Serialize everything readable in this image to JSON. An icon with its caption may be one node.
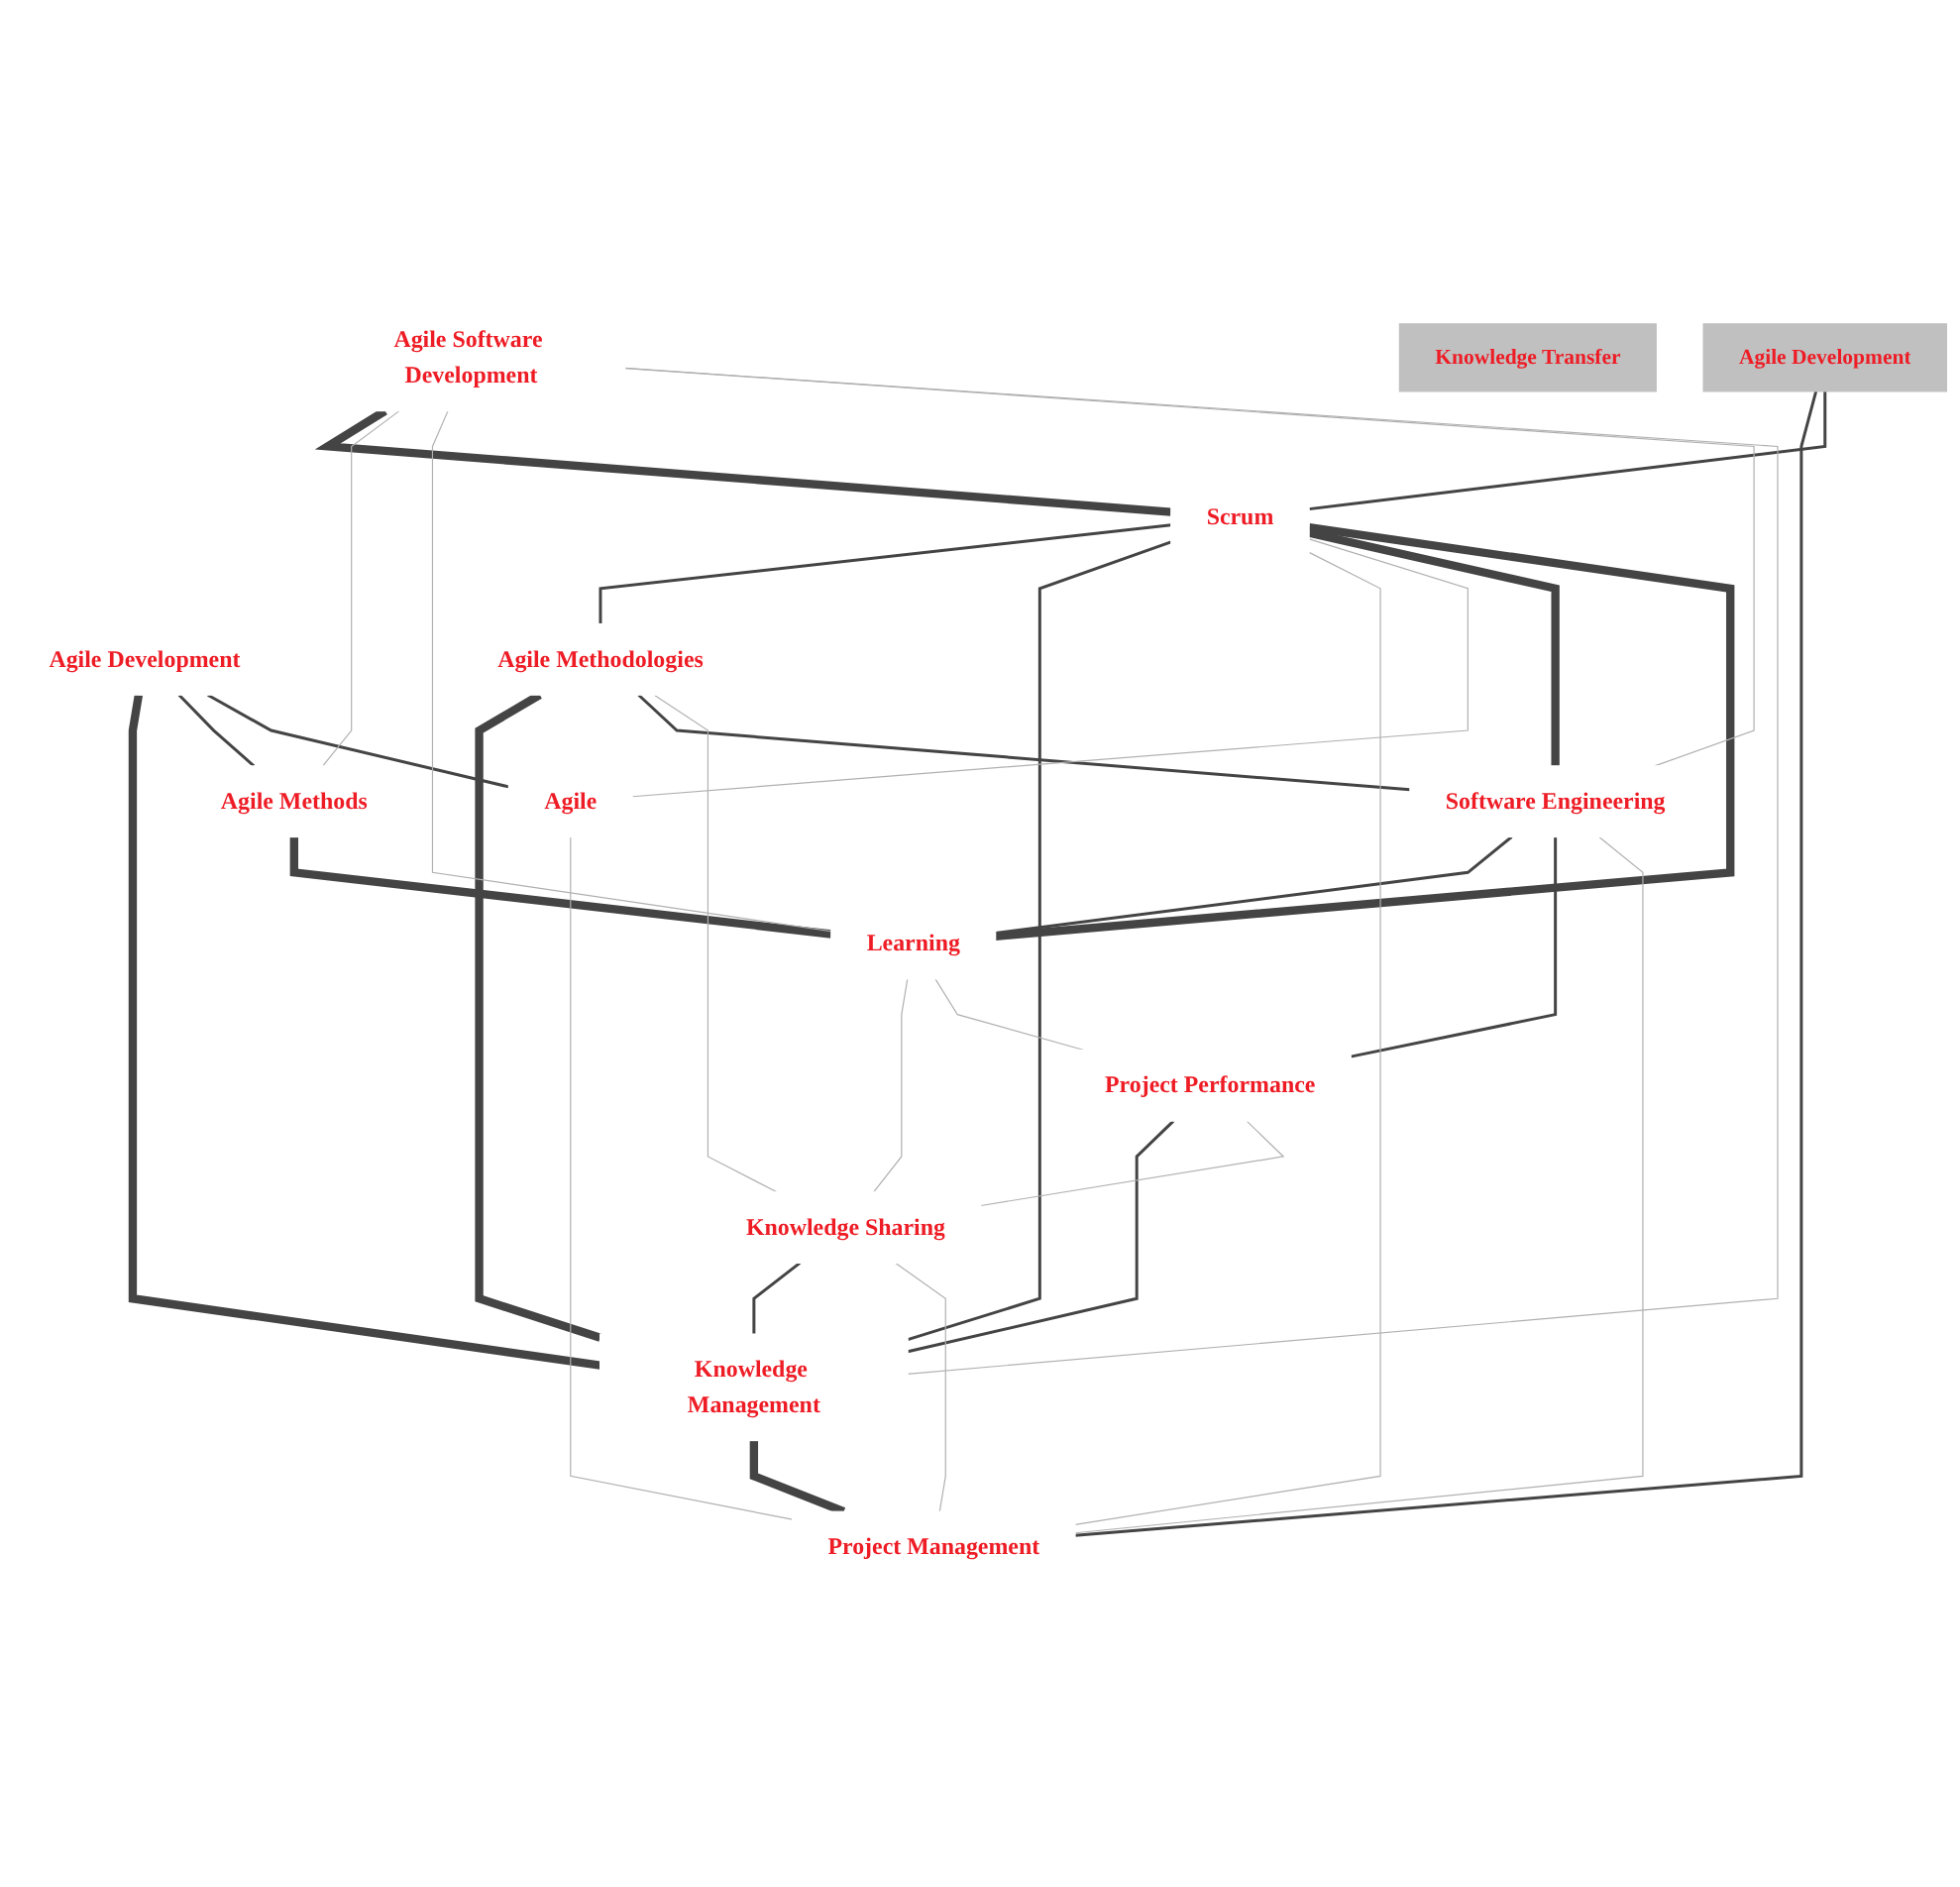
{
  "diagram": {
    "nodes": [
      {
        "text": [
          "Agile Software Development"
        ]
      },
      {
        "text": [
          "Agile Development"
        ]
      },
      {
        "text": [
          "Software Engineering"
        ]
      },
      {
        "text": [
          "Agile Methods"
        ]
      },
      {
        "text": [
          "Learning"
        ]
      },
      {
        "text": [
          "Project Performance"
        ]
      },
      {
        "text": [
          "Knowledge Transfer"
        ]
      },
      {
        "text": [
          "Agile Development"
        ]
      },
      {
        "text": [
          "Scrum"
        ]
      },
      {
        "text": [
          "Project Management"
        ]
      },
      {
        "text": [
          "Agile Methodologies"
        ]
      },
      {
        "text": [
          "Knowledge Sharing"
        ]
      },
      {
        "text": [
          "Knowledge Management"
        ]
      },
      {
        "text": [
          "Agile"
        ]
      }
    ],
    "edges": [
      {
        "from": 0,
        "to": 8,
        "arrow": "none",
        "style": "thick",
        "color": "#444444"
      },
      {
        "from": 4,
        "to": 8,
        "arrow": "none",
        "style": "thick",
        "color": "#444444"
      },
      {
        "from": 12,
        "to": 9,
        "arrow": "none",
        "style": "thick",
        "color": "#444444"
      },
      {
        "from": 10,
        "to": 12,
        "arrow": "none",
        "style": "thick",
        "color": "#444444"
      },
      {
        "from": 1,
        "to": 12,
        "arrow": "none",
        "style": "thick",
        "color": "#444444"
      },
      {
        "from": 2,
        "to": 8,
        "arrow": "none",
        "style": "thick",
        "color": "#444444"
      },
      {
        "from": 3,
        "to": 4,
        "arrow": "none",
        "style": "thick",
        "color": "#444444"
      },
      {
        "from": 1,
        "to": 3,
        "arrow": "none",
        "color": "#444444"
      },
      {
        "from": 2,
        "to": 4,
        "arrow": "none",
        "color": "#444444"
      },
      {
        "from": 7,
        "to": 9,
        "arrow": "none",
        "color": "#444444"
      },
      {
        "from": 7,
        "to": 8,
        "arrow": "none",
        "color": "#444444"
      },
      {
        "from": 8,
        "to": 10,
        "arrow": "none",
        "color": "#444444"
      },
      {
        "from": 8,
        "to": 12,
        "arrow": "none",
        "color": "#444444"
      },
      {
        "from": 10,
        "to": 2,
        "arrow": "none",
        "color": "#444444"
      },
      {
        "from": 11,
        "to": 12,
        "arrow": "none",
        "color": "#444444"
      },
      {
        "from": 1,
        "to": 13,
        "arrow": "none",
        "color": "#444444"
      },
      {
        "from": 5,
        "to": 12,
        "arrow": "none",
        "color": "#444444"
      },
      {
        "from": 2,
        "to": 5,
        "arrow": "none",
        "color": "#444444"
      },
      {
        "from": 0,
        "to": 3,
        "arrow": "none",
        "color": "#b0b0b0"
      },
      {
        "from": 0,
        "to": 4,
        "arrow": "none",
        "color": "#b0b0b0"
      },
      {
        "from": 0,
        "to": 2,
        "arrow": "none",
        "color": "#b0b0b0"
      },
      {
        "from": 0,
        "to": 12,
        "arrow": "none",
        "color": "#b0b0b0"
      },
      {
        "from": 2,
        "to": 9,
        "arrow": "none",
        "color": "#b0b0b0"
      },
      {
        "from": 8,
        "to": 9,
        "arrow": "none",
        "color": "#b0b0b0"
      },
      {
        "from": 4,
        "to": 11,
        "arrow": "none",
        "color": "#b0b0b0"
      },
      {
        "from": 4,
        "to": 5,
        "arrow": "none",
        "color": "#b0b0b0"
      },
      {
        "from": 8,
        "to": 13,
        "arrow": "none",
        "color": "#b0b0b0"
      },
      {
        "from": 13,
        "to": 9,
        "arrow": "none",
        "color": "#b0b0b0"
      },
      {
        "from": 11,
        "to": 9,
        "arrow": "none",
        "color": "#b0b0b0"
      },
      {
        "from": 10,
        "to": 11,
        "arrow": "none",
        "color": "#b0b0b0"
      },
      {
        "from": 5,
        "to": 11,
        "arrow": "none",
        "color": "#b0b0b0"
      }
    ]
  }
}
